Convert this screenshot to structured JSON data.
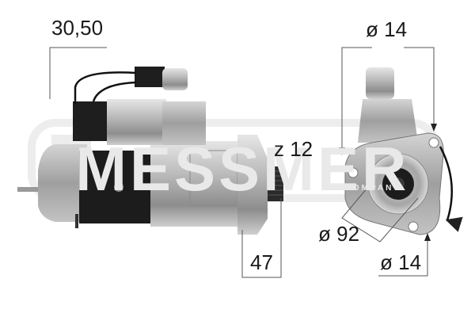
{
  "image": {
    "subject": "Starter motor product diagram",
    "watermark": {
      "text": "MESSMER",
      "subtext": "A COMPANY"
    }
  },
  "dimensions": {
    "flange_offset": "30,50",
    "top_hole_diameter": "ø 14",
    "pinion_teeth": "z 12",
    "pinion_length": "47",
    "pilot_diameter": "ø 92",
    "bottom_hole_diameter": "ø 14"
  },
  "colors": {
    "line": "#555555",
    "text": "#1a1a1a",
    "watermark": "#e9e9e9",
    "motor_dark": "#1c1c1c",
    "motor_metal": "#a8a8a8"
  }
}
